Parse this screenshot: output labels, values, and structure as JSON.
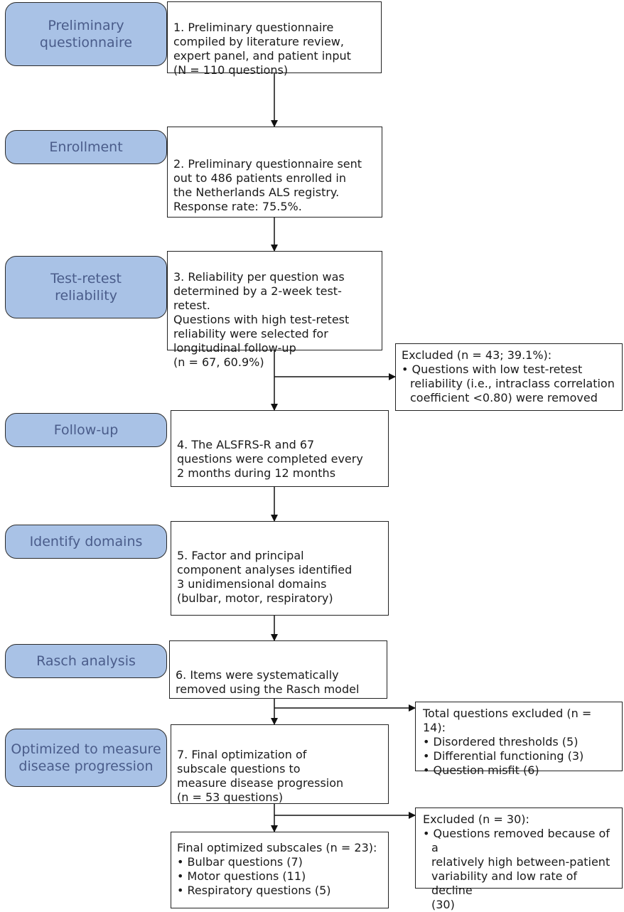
{
  "stages": [
    {
      "label": "Preliminary\nquestionnaire"
    },
    {
      "label": "Enrollment"
    },
    {
      "label": "Test-retest\nreliability"
    },
    {
      "label": "Follow-up"
    },
    {
      "label": "Identify domains"
    },
    {
      "label": "Rasch analysis"
    },
    {
      "label": "Optimized to measure\ndisease progression"
    }
  ],
  "steps": [
    {
      "text": "1. Preliminary questionnaire\ncompiled by literature review,\nexpert panel, and patient input\n(N = 110 questions)"
    },
    {
      "text": "2. Preliminary questionnaire sent\nout to 486 patients enrolled in\nthe Netherlands ALS registry.\nResponse rate: 75.5%."
    },
    {
      "text": "3. Reliability per question was\ndetermined by a 2-week test-retest.\nQuestions with high test-retest\nreliability were  selected for\nlongitudinal follow-up\n(n = 67, 60.9%)"
    },
    {
      "text": "4. The ALSFRS-R and 67\nquestions were completed every\n2 months during 12 months"
    },
    {
      "text": "5. Factor and principal\ncomponent analyses identified\n3 unidimensional domains\n(bulbar, motor, respiratory)"
    },
    {
      "text": "6. Items were systematically\nremoved using the Rasch model"
    },
    {
      "text": "7. Final optimization of\nsubscale questions to\nmeasure disease progression\n(n = 53 questions)"
    }
  ],
  "final": {
    "title": "Final optimized subscales (n = 23):",
    "items": [
      "• Bulbar questions (7)",
      "• Motor questions (11)",
      "• Respiratory questions (5)"
    ]
  },
  "exclusions": [
    {
      "title": "Excluded (n = 43; 39.1%):",
      "items": [
        "• Questions with low test-retest\nreliability (i.e., intraclass correlation\ncoefficient <0.80) were removed"
      ]
    },
    {
      "title": "Total questions excluded (n = 14):",
      "items": [
        "• Disordered thresholds (5)",
        "• Differential functioning (3)",
        "• Question misfit (6)"
      ]
    },
    {
      "title": "Excluded (n = 30):",
      "items": [
        "• Questions removed because of a\nrelatively high between-patient\nvariability and low rate of decline\n(30)"
      ]
    }
  ]
}
